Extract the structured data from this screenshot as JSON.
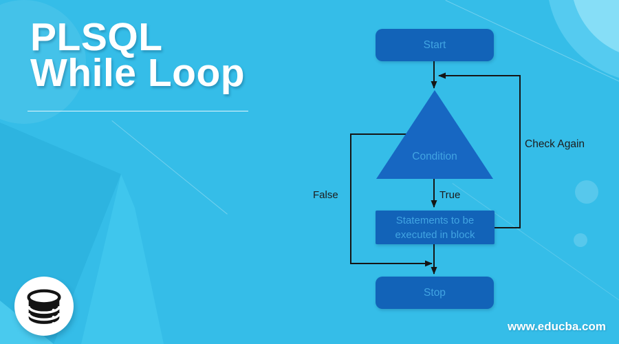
{
  "title": {
    "line1": "PLSQL",
    "line2": "While Loop"
  },
  "watermark": "www.educba.com",
  "flowchart": {
    "start": "Start",
    "condition": "Condition",
    "statements": "Statements to be\nexecuted in block",
    "stop": "Stop",
    "labels": {
      "true": "True",
      "false": "False",
      "check_again": "Check Again"
    }
  },
  "icons": {
    "logo": "database-icon"
  },
  "colors": {
    "bg": "#35bde8",
    "bg-dark-shape": "#2db4e0",
    "bg-light-shape": "#3fc6ed",
    "bg-lighter-shape": "#49caee",
    "ring-outer": "#55cbf0",
    "ring-inner": "#86def7",
    "node-fill": "#1263b8",
    "triangle-fill": "#1767c2",
    "node-text": "#41a4e2",
    "connector": "#151515",
    "label-text": "#1c1c1c",
    "title-text": "#ffffff"
  }
}
